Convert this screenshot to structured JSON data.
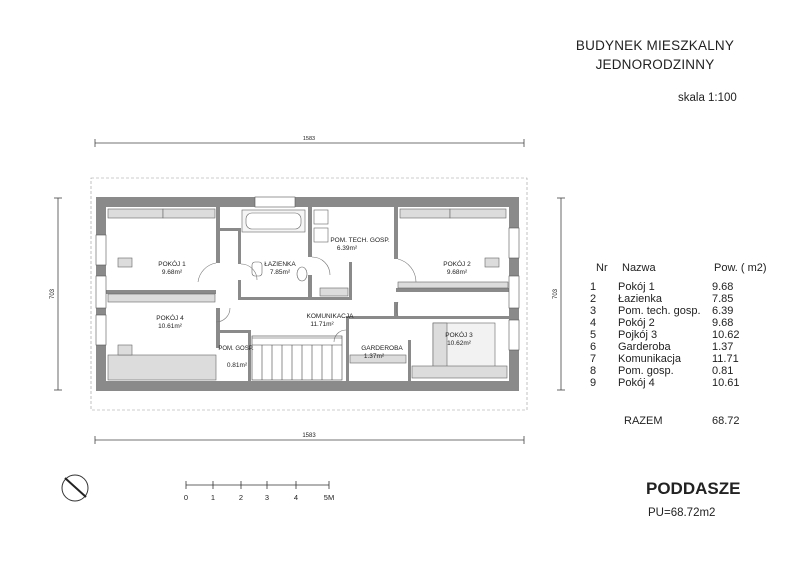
{
  "title": {
    "line1": "BUDYNEK MIESZKALNY",
    "line2": "JEDNORODZINNY"
  },
  "scale": "skala 1:100",
  "floor_title": "PODDASZE",
  "usable_area": "PU=68.72m2",
  "dimensions": {
    "top": "1583",
    "bottom": "1583",
    "left": "703",
    "right": "703"
  },
  "scale_bar": {
    "labels": [
      "0",
      "1",
      "2",
      "3",
      "4",
      "5M"
    ]
  },
  "rooms": [
    {
      "id": "pokoj1",
      "name": "POKÓJ 1",
      "area": "9.68m²"
    },
    {
      "id": "lazienka",
      "name": "ŁAZIENKA",
      "area": "7.85m²"
    },
    {
      "id": "pomtech",
      "name": "POM. TECH. GOSP.",
      "area": "6.39m²"
    },
    {
      "id": "pokoj2",
      "name": "POKÓJ 2",
      "area": "9.68m²"
    },
    {
      "id": "pokoj4",
      "name": "POKÓJ 4",
      "area": "10.61m²"
    },
    {
      "id": "komunikacja",
      "name": "KOMUNIKACJA",
      "area": "11.71m²"
    },
    {
      "id": "pokoj3",
      "name": "POKÓJ 3",
      "area": "10.62m²"
    },
    {
      "id": "pomgosp",
      "name": "POM. GOSP.",
      "area": "0.81m²"
    },
    {
      "id": "garderoba",
      "name": "GARDEROBA",
      "area": "1.37m²"
    }
  ],
  "table": {
    "headers": [
      "Nr",
      "Nazwa",
      "Pow.  ( m2)"
    ],
    "rows": [
      [
        "1",
        "Pokój 1",
        "9.68"
      ],
      [
        "2",
        "Łazienka",
        "7.85"
      ],
      [
        "3",
        "Pom. tech. gosp.",
        "6.39"
      ],
      [
        "4",
        "Pokój 2",
        "9.68"
      ],
      [
        "5",
        "Pojkój 3",
        "10.62"
      ],
      [
        "6",
        "Garderoba",
        "1.37"
      ],
      [
        "7",
        "Komunikacja",
        "11.71"
      ],
      [
        "8",
        "Pom. gosp.",
        "0.81"
      ],
      [
        "9",
        "Pokój 4",
        "10.61"
      ]
    ],
    "total_label": "RAZEM",
    "total_value": "68.72"
  },
  "colors": {
    "wall": "#8a8a8a",
    "line": "#333333",
    "furniture": "#d9d9d9"
  }
}
